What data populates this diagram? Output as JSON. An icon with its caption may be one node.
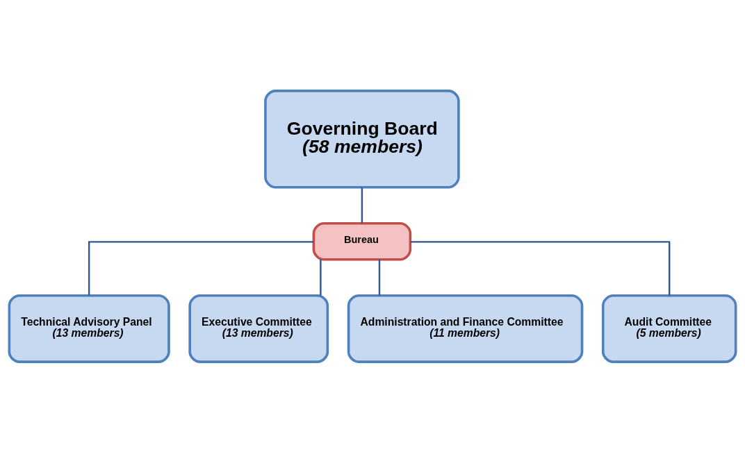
{
  "diagram": {
    "nodes": [
      {
        "text": [
          "Governing Board",
          "(58 members)"
        ]
      },
      {
        "text": [
          "Bureau"
        ]
      },
      {
        "text": [
          "Technical Advisory Panel",
          "(13 members)"
        ]
      },
      {
        "text": [
          "Executive Committee",
          "(13 members)"
        ]
      },
      {
        "text": [
          "Administration and Finance Committee",
          "(11 members)"
        ]
      },
      {
        "text": [
          "Audit Committee",
          "(5 members)"
        ]
      }
    ],
    "edges": [
      {
        "from": 0,
        "to": 1,
        "arrow": "none"
      },
      {
        "from": 1,
        "to": 2,
        "arrow": "none"
      },
      {
        "from": 1,
        "to": 3,
        "arrow": "none"
      },
      {
        "from": 1,
        "to": 4,
        "arrow": "none"
      },
      {
        "from": 1,
        "to": 5,
        "arrow": "none"
      }
    ]
  }
}
